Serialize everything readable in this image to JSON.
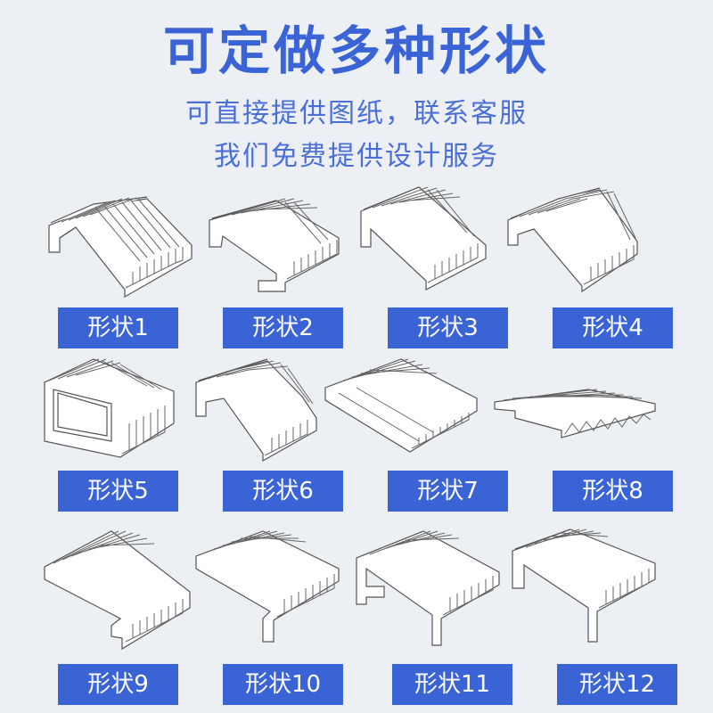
{
  "header": {
    "title": "可定做多种形状",
    "subtitle_line1": "可直接提供图纸，联系客服",
    "subtitle_line2": "我们免费提供设计服务"
  },
  "colors": {
    "accent": "#3a63d6",
    "background": "#eceff3",
    "drawing_stroke": "#555555"
  },
  "shapes": [
    {
      "label": "形状1",
      "icon": "arched-bellows-icon"
    },
    {
      "label": "形状2",
      "icon": "hooked-flat-bellows-icon"
    },
    {
      "label": "形状3",
      "icon": "sloped-bellows-icon"
    },
    {
      "label": "形状4",
      "icon": "peaked-bellows-icon"
    },
    {
      "label": "形状5",
      "icon": "box-frame-bellows-icon"
    },
    {
      "label": "形状6",
      "icon": "stepped-arch-bellows-icon"
    },
    {
      "label": "形状7",
      "icon": "flat-pleated-bellows-icon"
    },
    {
      "label": "形状8",
      "icon": "flat-plate-bellows-icon"
    },
    {
      "label": "形状9",
      "icon": "hook-side-bellows-icon"
    },
    {
      "label": "形状10",
      "icon": "rectangular-bellows-icon"
    },
    {
      "label": "形状11",
      "icon": "double-hook-bellows-icon"
    },
    {
      "label": "形状12",
      "icon": "u-channel-bellows-icon"
    }
  ]
}
